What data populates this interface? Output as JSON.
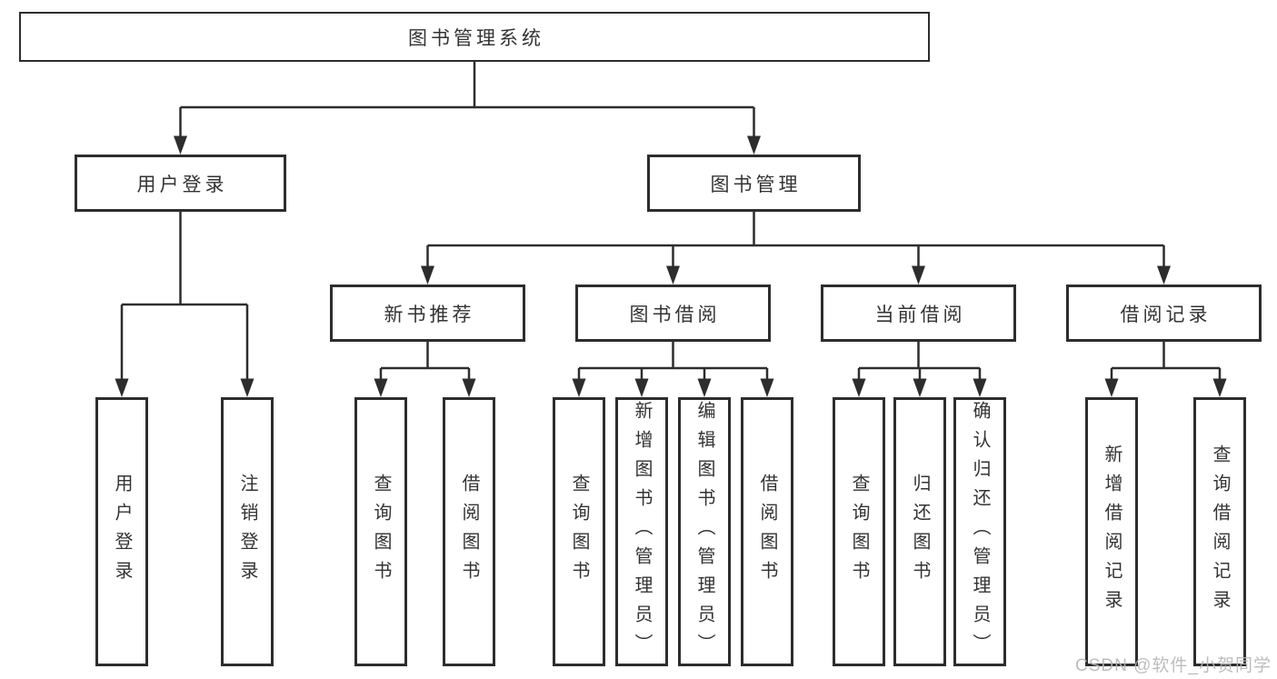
{
  "title": "图书管理系统",
  "colors": {
    "line": "#2d2d2d",
    "text": "#333333",
    "background": "#ffffff",
    "watermark": "#b6b6b9"
  },
  "tree": {
    "root": {
      "label": "图书管理系统"
    },
    "branches": [
      {
        "label": "用户登录",
        "children": [
          {
            "label": "用户登录"
          },
          {
            "label": "注销登录"
          }
        ]
      },
      {
        "label": "图书管理",
        "children": [
          {
            "label": "新书推荐",
            "children": [
              {
                "label": "查询图书"
              },
              {
                "label": "借阅图书"
              }
            ]
          },
          {
            "label": "图书借阅",
            "children": [
              {
                "label": "查询图书"
              },
              {
                "label": "新增图书（管理员）"
              },
              {
                "label": "编辑图书（管理员）"
              },
              {
                "label": "借阅图书"
              }
            ]
          },
          {
            "label": "当前借阅",
            "children": [
              {
                "label": "查询图书"
              },
              {
                "label": "归还图书"
              },
              {
                "label": "确认归还（管理员）"
              }
            ]
          },
          {
            "label": "借阅记录",
            "children": [
              {
                "label": "新增借阅记录"
              },
              {
                "label": "查询借阅记录"
              }
            ]
          }
        ]
      }
    ]
  },
  "watermark": "CSDN @软件_小贺同学"
}
